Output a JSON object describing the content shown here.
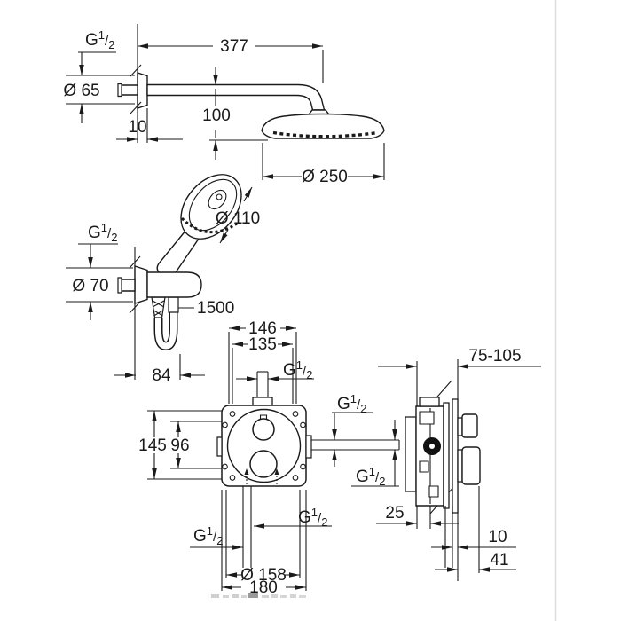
{
  "drawing": {
    "description": "shower-system-installation-drawing",
    "thread": {
      "symbol": "G",
      "numerator": "1",
      "fraction_slash": "/",
      "denominator": "2"
    },
    "dims": {
      "arm_length": "377",
      "head_drop": "100",
      "arm_plate_offset": "10",
      "arm_escutcheon_diameter": "Ø 65",
      "head_diameter": "Ø 250",
      "handshower_diameter": "Ø 110",
      "holder_escutcheon_diameter": "Ø 70",
      "hose_length": "1500",
      "hose_offset": "84",
      "valve_spacing_outer": "146",
      "valve_spacing_inner": "135",
      "valve_height_outer": "145",
      "valve_height_inner": "96",
      "trim_diameter": "Ø 158",
      "trim_size": "180",
      "install_depth_range": "75-105",
      "depth_front": "25",
      "wall_clearance": "10",
      "handle_projection": "41"
    }
  }
}
